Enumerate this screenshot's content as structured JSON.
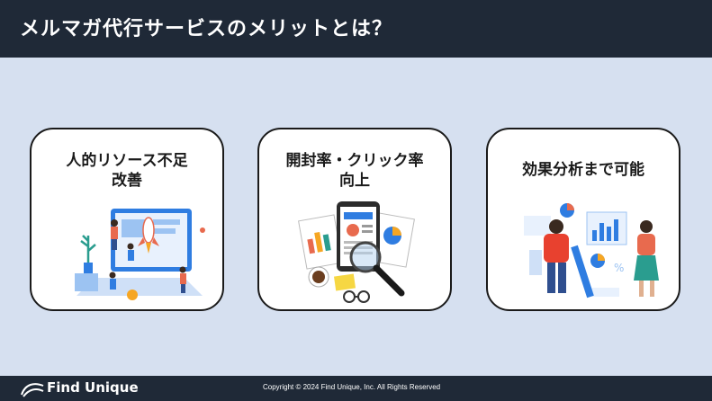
{
  "header": {
    "title": "メルマガ代行サービスのメリットとは？"
  },
  "cards": [
    {
      "title_line1": "人的リソース不足",
      "title_line2": "改善"
    },
    {
      "title_line1": "開封率・クリック率",
      "title_line2": "向上"
    },
    {
      "title_line1": "効果分析まで可能"
    }
  ],
  "footer": {
    "brand": "Find Unique",
    "copyright": "Copyright © 2024 Find Unique, Inc. All Rights Reserved"
  }
}
